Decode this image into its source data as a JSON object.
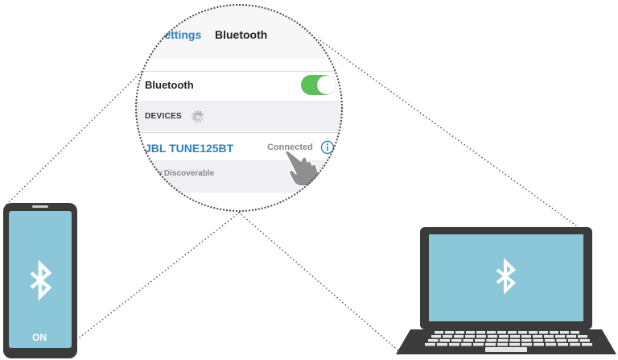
{
  "settings": {
    "back_label": "Settings",
    "title": "Bluetooth",
    "bluetooth_label": "Bluetooth",
    "bluetooth_on": true,
    "devices_header": "DEVICES",
    "device_name": "JBL TUNE125BT",
    "device_status": "Connected",
    "discoverable_text": "Now Discoverable"
  },
  "phone": {
    "status": "ON"
  },
  "colors": {
    "screen": "#8cc7d9",
    "device_body": "#3b3b3b",
    "link_blue": "#2f7fbe",
    "toggle_green": "#5cbf5a"
  },
  "icons": {
    "bluetooth": "bluetooth-icon",
    "info": "info-icon",
    "pointer": "pointing-hand-icon",
    "spinner": "loading-spinner-icon"
  }
}
